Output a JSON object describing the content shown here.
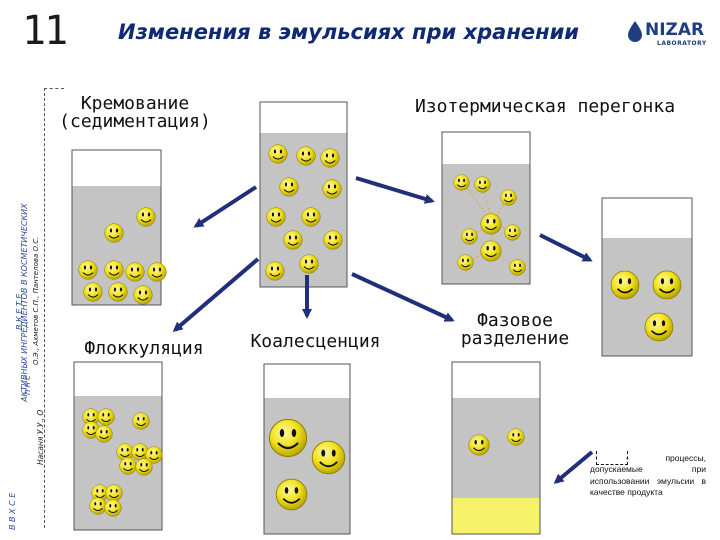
{
  "slide_number": "11",
  "title": "Изменения в эмульсиях при хранении",
  "logo": {
    "name": "NIZAR",
    "sub": "LABORATORY"
  },
  "side_text": {
    "line1": "АКТИВНЫХ ИНГРЕДИЕНТОВ В КОСМЕТИЧЕСКИХ",
    "line2": "О.Э., Ахметов С.П., Пантелова О.С.",
    "line3": "Насаня У.У., О",
    "chars_far_left": "П  Н  С",
    "chars_mid": "В  В  Х  С  Е",
    "chars_right": "В  К  Е  Т  Е"
  },
  "labels": {
    "creaming": "Кремование\n(седиментация)",
    "isothermal": "Изотермическая перегонка",
    "flocculation": "Флоккуляция",
    "coalescence": "Коалесценция",
    "phase_sep": "Фазовое\nразделение"
  },
  "legend": "- процессы, допускаемые при использовании эмульсии в качестве продукта",
  "colors": {
    "jar_gray": "#c4c4c4",
    "jar_border": "#555555",
    "arrow": "#1f2f7a",
    "smiley": "#f2e21c",
    "oil_layer": "#f5f26a",
    "dashed_orange": "#f0a23a"
  }
}
